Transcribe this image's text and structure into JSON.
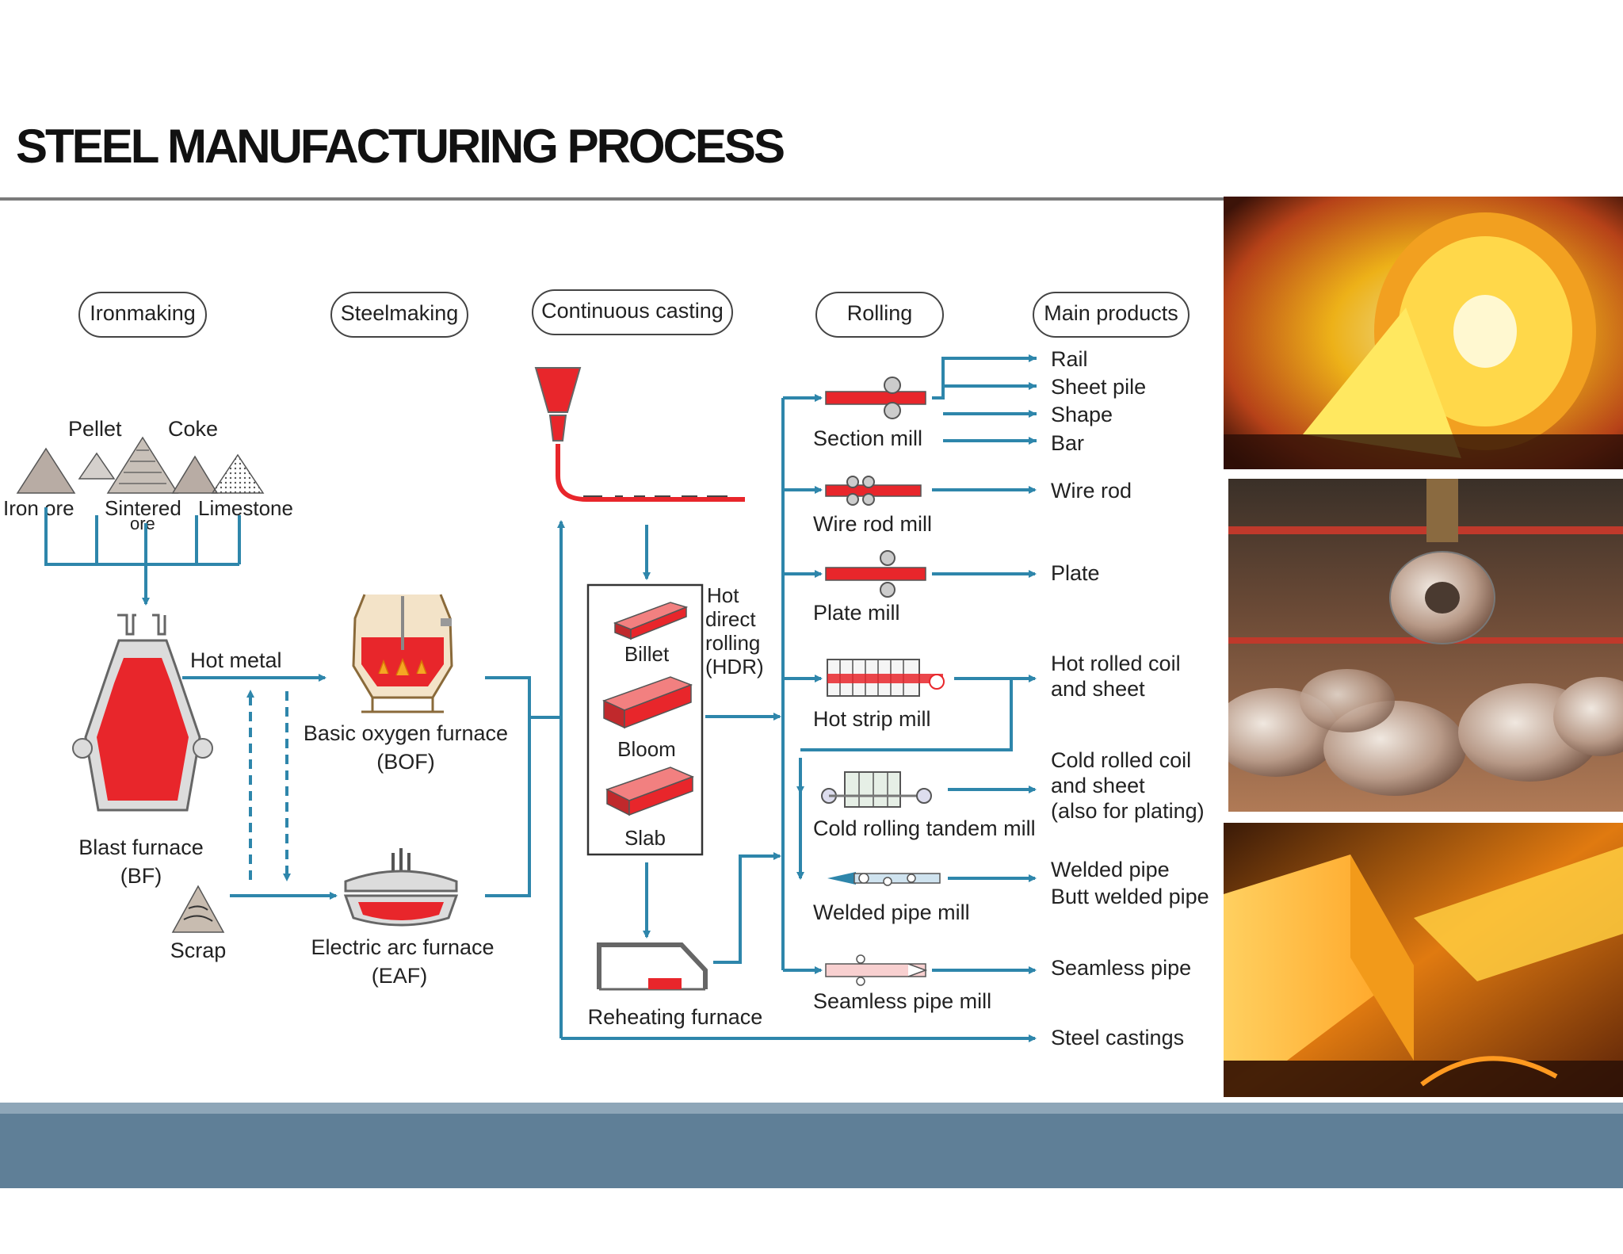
{
  "title": "STEEL MANUFACTURING PROCESS",
  "stages": {
    "ironmaking": "Ironmaking",
    "steelmaking": "Steelmaking",
    "casting": "Continuous casting",
    "rolling": "Rolling",
    "products": "Main products"
  },
  "raw_materials": {
    "pellet": "Pellet",
    "coke": "Coke",
    "iron_ore": "Iron ore",
    "sintered_1": "Sintered",
    "sintered_2": "ore",
    "limestone": "Limestone",
    "scrap": "Scrap"
  },
  "furnaces": {
    "blast_1": "Blast furnace",
    "blast_2": "(BF)",
    "hot_metal": "Hot metal",
    "bof_1": "Basic oxygen furnace",
    "bof_2": "(BOF)",
    "eaf_1": "Electric arc furnace",
    "eaf_2": "(EAF)"
  },
  "casting": {
    "billet": "Billet",
    "bloom": "Bloom",
    "slab": "Slab",
    "hdr_1": "Hot",
    "hdr_2": "direct",
    "hdr_3": "rolling",
    "hdr_4": "(HDR)",
    "reheating": "Reheating furnace"
  },
  "mills": {
    "section": "Section mill",
    "wire_rod": "Wire rod mill",
    "plate": "Plate mill",
    "hot_strip": "Hot strip mill",
    "cold_tandem": "Cold rolling tandem mill",
    "welded_pipe": "Welded pipe mill",
    "seamless_pipe": "Seamless pipe mill"
  },
  "products": {
    "rail": "Rail",
    "sheet_pile": "Sheet pile",
    "shape": "Shape",
    "bar": "Bar",
    "wire_rod": "Wire rod",
    "plate": "Plate",
    "hot_coil_1": "Hot rolled coil",
    "hot_coil_2": "and sheet",
    "cold_coil_1": "Cold rolled coil",
    "cold_coil_2": "and sheet",
    "cold_coil_3": "(also for plating)",
    "welded_1": "Welded pipe",
    "welded_2": "Butt welded pipe",
    "seamless": "Seamless pipe",
    "castings": "Steel castings"
  },
  "colors": {
    "flow_line": "#2e86ab",
    "molten": "#e8262b",
    "footer": "#5f7f97"
  }
}
